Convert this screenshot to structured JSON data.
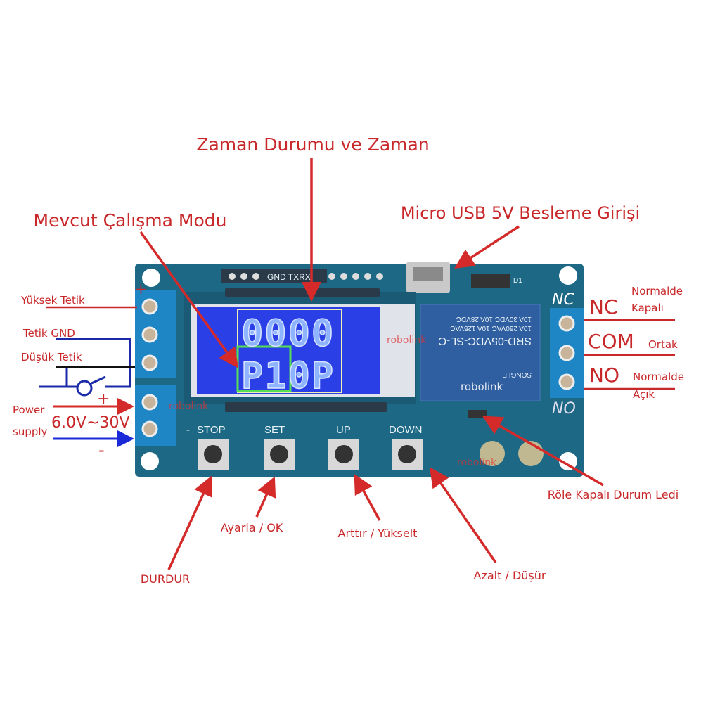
{
  "title": "Zaman Durumu ve Zaman",
  "annotations": {
    "mode": "Mevcut Çalışma Modu",
    "usb": "Micro USB 5V Besleme Girişi",
    "relay_led": "Röle Kapalı Durum Ledi",
    "stop": "DURDUR",
    "set": "Ayarla / OK",
    "up": "Arttır / Yükselt",
    "down": "Azalt / Düşür"
  },
  "left": {
    "high_trigger": "Yüksek Tetik",
    "trigger_gnd": "Tetik GND",
    "low_trigger": "Düşük Tetik",
    "power_1": "Power",
    "power_2": "supply",
    "voltage": "6.0V~30V",
    "plus": "+",
    "minus": "-"
  },
  "right": {
    "nc": "NC",
    "nc_desc_1": "Normalde",
    "nc_desc_2": "Kapalı",
    "com": "COM",
    "com_desc": "Ortak",
    "no": "NO",
    "no_desc_1": "Normalde",
    "no_desc_2": "Açık"
  },
  "board": {
    "header": "GND TXRX",
    "diode": "D1",
    "nc": "NC",
    "no": "NO",
    "buttons": [
      "STOP",
      "SET",
      "UP",
      "DOWN"
    ],
    "minus": "-",
    "display_top": "0000",
    "display_bottom": "P10P",
    "relay_lines": [
      "SRD-05VDC-SL-C",
      "10A 250VAC 10A 125VAC",
      "10A 30VDC 10A 28VDC",
      "SONGLE"
    ],
    "watermark": "robolink"
  },
  "colors": {
    "annotation": "#c8282a",
    "board": "#1d6884",
    "terminal": "#1f86c6",
    "lcd": "#2b3fe6"
  }
}
